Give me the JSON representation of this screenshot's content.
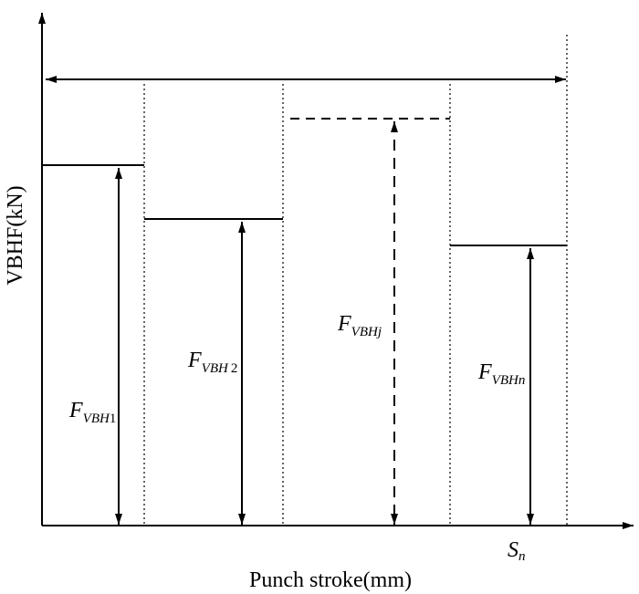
{
  "axes": {
    "y_label": "VBHF(kN)",
    "x_label": "Punch stroke(mm)",
    "x_end_label": {
      "main": "S",
      "sub": "n"
    }
  },
  "force_labels": [
    {
      "main": "F",
      "sub": "VBH",
      "idx": "1"
    },
    {
      "main": "F",
      "sub": "VBH",
      "idx": "2"
    },
    {
      "main": "F",
      "sub": "VBHj",
      "idx": ""
    },
    {
      "main": "F",
      "sub": "VBHn",
      "idx": ""
    }
  ]
}
